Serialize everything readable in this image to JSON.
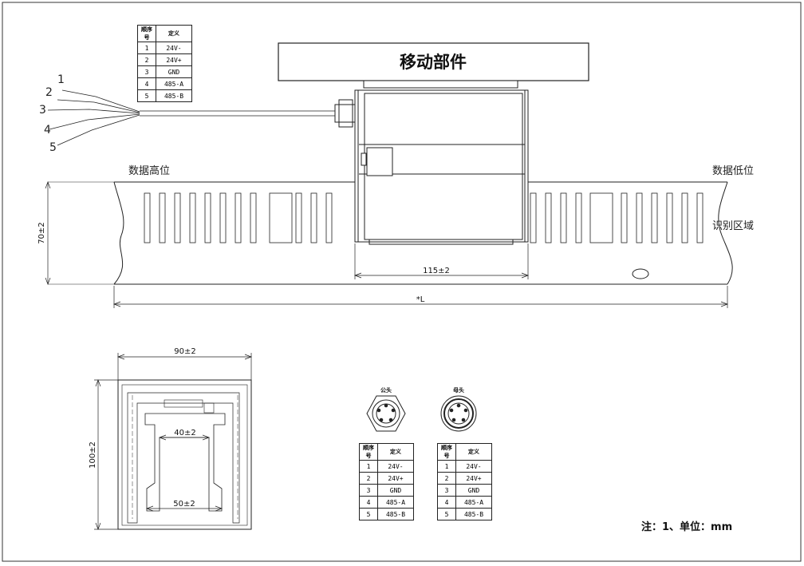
{
  "moving_part": {
    "label": "移动部件"
  },
  "regions": {
    "data_high": "数据高位",
    "data_low": "数据低位",
    "recognition_zone": "识别区域"
  },
  "dims": {
    "height_70": "70±2",
    "width_115": "115±2",
    "length_L": "*L",
    "width_90": "90±2",
    "height_100": "100±2",
    "inner_40": "40±2",
    "inner_50": "50±2"
  },
  "wires": [
    "1",
    "2",
    "3",
    "4",
    "5"
  ],
  "connectors": {
    "male_label": "公头",
    "female_label": "母头"
  },
  "pin_table": {
    "headers": [
      "顺序号",
      "定义"
    ],
    "rows": [
      [
        "1",
        "24V-"
      ],
      [
        "2",
        "24V+"
      ],
      [
        "3",
        "GND"
      ],
      [
        "4",
        "485-A"
      ],
      [
        "5",
        "485-B"
      ]
    ]
  },
  "note": "注：1、单位：mm"
}
